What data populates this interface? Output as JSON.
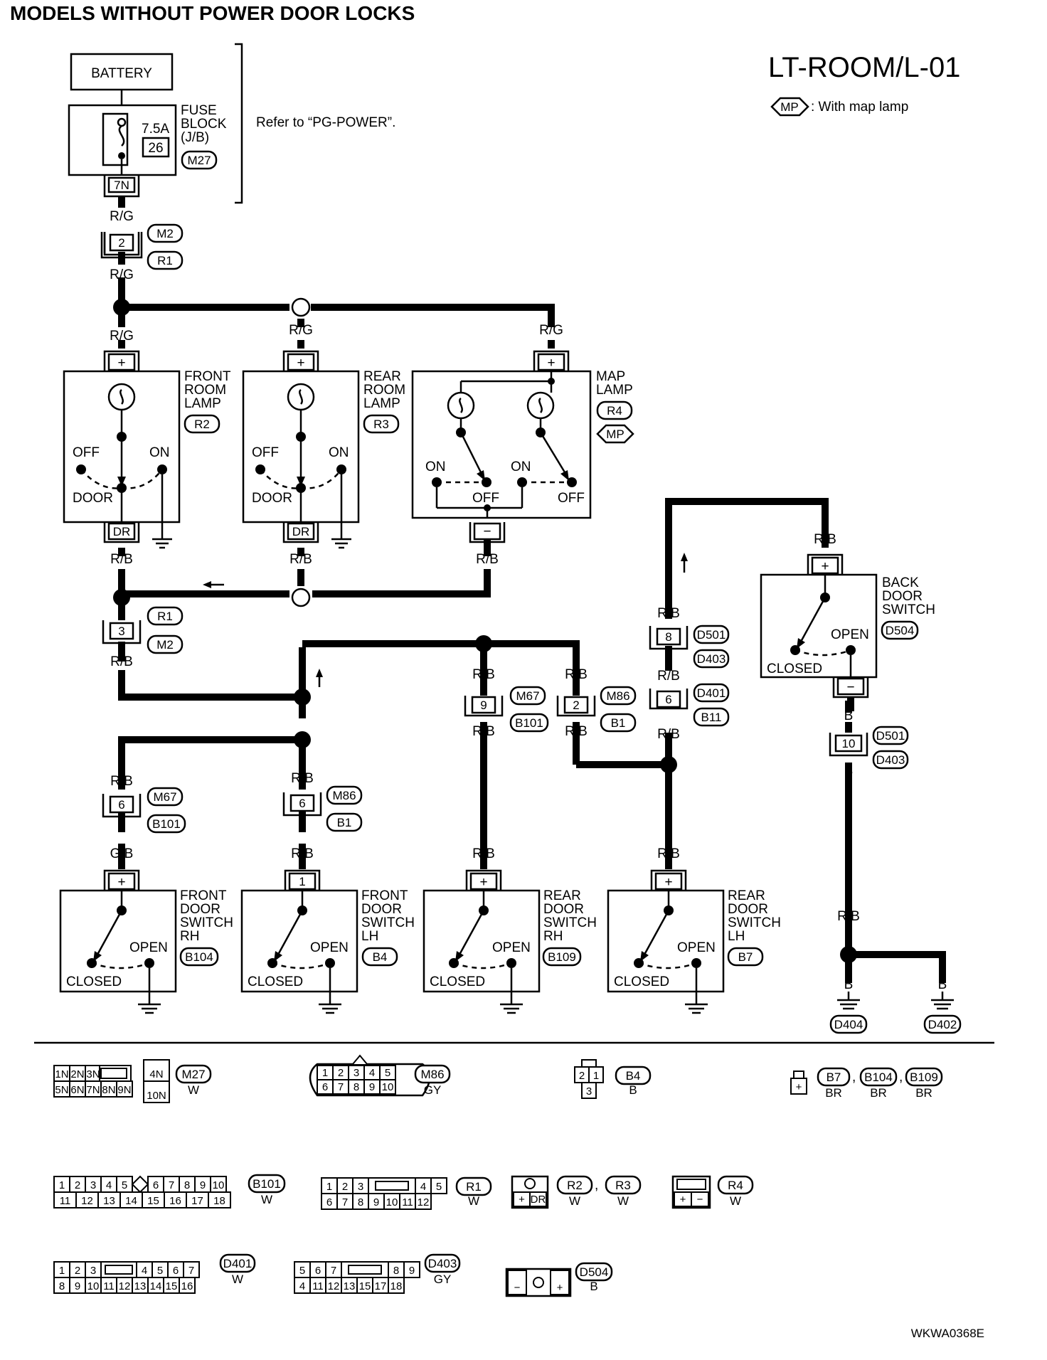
{
  "header": {
    "title": "MODELS WITHOUT POWER DOOR LOCKS",
    "code": "LT-ROOM/L-01",
    "legend_badge": "MP",
    "legend_text": ": With map lamp",
    "refer": "Refer to “PG-POWER”.",
    "figure_id": "WKWA0368E"
  },
  "power": {
    "battery": "BATTERY",
    "fuse_amp": "7.5A",
    "fuse_no": "26",
    "fuse_label": [
      "FUSE",
      "BLOCK",
      "(J/B)"
    ],
    "fuse_conn": "M27",
    "fuse_term": "7N"
  },
  "wires": {
    "rg": "R/G",
    "rb": "R/B",
    "gb": "G/B",
    "b": "B"
  },
  "conn_labels": {
    "m2": "M2",
    "r1": "R1",
    "m67": "M67",
    "b101": "B101",
    "m86": "M86",
    "b1": "B1",
    "d501": "D501",
    "d403": "D403",
    "d401": "D401",
    "b11": "B11",
    "r2": "R2",
    "r3": "R3",
    "r4": "R4",
    "d504": "D504",
    "b104": "B104",
    "b4": "B4",
    "b109": "B109",
    "b7": "B7",
    "d404": "D404",
    "d402": "D402",
    "mp": "MP"
  },
  "pins": {
    "p2": "2",
    "p3": "3",
    "p9": "9",
    "p6": "6",
    "p8": "8",
    "p10": "10",
    "p1": "1",
    "plus": "+",
    "minus": "−",
    "dr": "DR"
  },
  "lamps": {
    "front": [
      "FRONT",
      "ROOM",
      "LAMP"
    ],
    "rear": [
      "REAR",
      "ROOM",
      "LAMP"
    ],
    "map": [
      "MAP",
      "LAMP"
    ],
    "off": "OFF",
    "on": "ON",
    "door": "DOOR"
  },
  "switches": {
    "back": [
      "BACK",
      "DOOR",
      "SWITCH"
    ],
    "fdrh": [
      "FRONT",
      "DOOR",
      "SWITCH",
      "RH"
    ],
    "fdlh": [
      "FRONT",
      "DOOR",
      "SWITCH",
      "LH"
    ],
    "rdrh": [
      "REAR",
      "DOOR",
      "SWITCH",
      "RH"
    ],
    "rdlh": [
      "REAR",
      "DOOR",
      "SWITCH",
      "LH"
    ],
    "open": "OPEN",
    "closed": "CLOSED"
  },
  "connectors": {
    "m27": {
      "name": "M27",
      "color": "W",
      "row1": [
        "1N",
        "2N",
        "3N"
      ],
      "row2": [
        "5N",
        "6N",
        "7N",
        "8N",
        "9N"
      ],
      "big1": "4N",
      "big2": "10N"
    },
    "m86": {
      "name": "M86",
      "color": "GY",
      "row1": [
        "1",
        "2",
        "3",
        "4",
        "5"
      ],
      "row2": [
        "6",
        "7",
        "8",
        "9",
        "10"
      ]
    },
    "b4": {
      "name": "B4",
      "color": "B",
      "row1": [
        "2",
        "1"
      ],
      "row2": [
        "3"
      ]
    },
    "b7grp": {
      "names": [
        "B7",
        "B104",
        "B109"
      ],
      "color": "BR",
      "sep": ",",
      "pin": "+"
    },
    "b101": {
      "name": "B101",
      "color": "W",
      "row1a": [
        "1",
        "2",
        "3",
        "4",
        "5"
      ],
      "row1b": [
        "6",
        "7",
        "8",
        "9",
        "10"
      ],
      "row2": [
        "11",
        "12",
        "13",
        "14",
        "15",
        "16",
        "17",
        "18"
      ]
    },
    "r1": {
      "name": "R1",
      "color": "W",
      "row1a": [
        "1",
        "2",
        "3"
      ],
      "row1b": [
        "4",
        "5"
      ],
      "row2": [
        "6",
        "7",
        "8",
        "9",
        "10",
        "11",
        "12"
      ]
    },
    "r2r3": {
      "names": [
        "R2",
        "R3"
      ],
      "color": "W",
      "sep": ",",
      "pins": [
        "+",
        "DR"
      ]
    },
    "r4": {
      "name": "R4",
      "color": "W",
      "pins": [
        "+",
        "−"
      ]
    },
    "d401": {
      "name": "D401",
      "color": "W",
      "row1a": [
        "1",
        "2",
        "3"
      ],
      "row1b": [
        "4",
        "5",
        "6",
        "7"
      ],
      "row2": [
        "8",
        "9",
        "10",
        "11",
        "12",
        "13",
        "14",
        "15",
        "16"
      ]
    },
    "d403": {
      "name": "D403",
      "color": "GY",
      "row1a": [
        "5",
        "6",
        "7"
      ],
      "row1b": [
        "8",
        "9"
      ],
      "row2": [
        "4",
        "11",
        "12",
        "13",
        "15",
        "17",
        "18"
      ]
    },
    "d504": {
      "name": "D504",
      "color": "B",
      "pins": [
        "−",
        "+"
      ]
    }
  }
}
